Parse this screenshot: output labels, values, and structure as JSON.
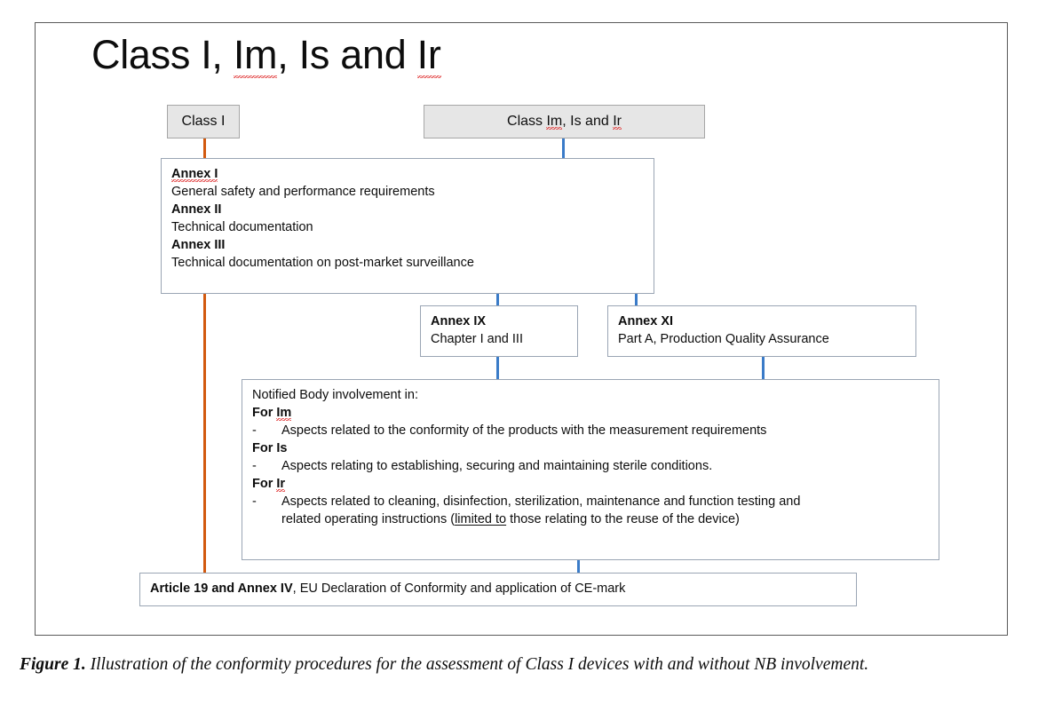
{
  "figure": {
    "title": "Class I, Im, Is and Ir",
    "caption_label": "Figure 1.",
    "caption_text": " Illustration of the conformity procedures for the assessment of Class I devices with and without NB involvement."
  },
  "colors": {
    "frame_border": "#5a5a5a",
    "box_border": "#9aa5b4",
    "shaded_box_fill": "#e6e6e6",
    "shaded_box_border": "#a6a6a6",
    "connector_blue": "#3a7bc8",
    "connector_orange": "#d2590f",
    "spellcheck_underline": "#e03a3a"
  },
  "boxes": {
    "class_i": {
      "label": "Class I"
    },
    "class_im_is_ir": {
      "label": "Class Im, Is and Ir"
    },
    "annex_i_iii": {
      "entries": [
        {
          "heading": "Annex I",
          "detail": "General safety and performance requirements"
        },
        {
          "heading": "Annex II",
          "detail": "Technical documentation"
        },
        {
          "heading": "Annex III",
          "detail": "Technical documentation on post-market surveillance"
        }
      ]
    },
    "annex_ix": {
      "heading": "Annex IX",
      "detail": "Chapter I and III"
    },
    "annex_xi": {
      "heading": "Annex XI",
      "detail": "Part A, Production Quality Assurance"
    },
    "notified_body": {
      "intro": "Notified Body involvement in:",
      "groups": [
        {
          "heading": "For Im",
          "bullets": [
            {
              "dash": "-",
              "text": "Aspects related to the conformity of the products with the measurement requirements"
            }
          ]
        },
        {
          "heading": "For Is",
          "bullets": [
            {
              "dash": "-",
              "text": "Aspects relating to establishing, securing and maintaining sterile conditions."
            }
          ]
        },
        {
          "heading": "For Ir",
          "bullets": [
            {
              "dash": "-",
              "line1": "Aspects related to cleaning, disinfection, sterilization, maintenance and function testing and",
              "line2_a": "related operating instructions (",
              "line2_underlined": "limited to",
              "line2_b": " those relating to the reuse of the device)"
            }
          ]
        }
      ]
    },
    "article_19": {
      "bold_part": "Article 19 and Annex IV",
      "rest": ", EU Declaration of Conformity and application of CE-mark"
    }
  },
  "connectors": [
    {
      "id": "class-i-to-annex",
      "color": "orange"
    },
    {
      "id": "im-is-ir-to-annex",
      "color": "blue"
    },
    {
      "id": "annex-to-annex-ix",
      "color": "blue"
    },
    {
      "id": "annex-to-annex-xi",
      "color": "blue"
    },
    {
      "id": "annex-ix-to-notified",
      "color": "blue"
    },
    {
      "id": "annex-xi-to-notified",
      "color": "blue"
    },
    {
      "id": "notified-to-article-19",
      "color": "blue"
    },
    {
      "id": "class-i-to-article-19",
      "color": "orange"
    }
  ]
}
